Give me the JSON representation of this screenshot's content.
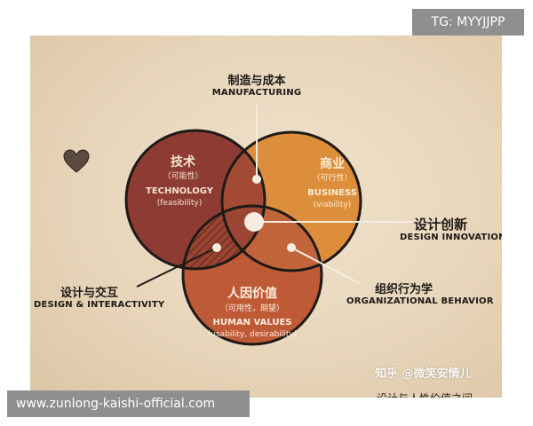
{
  "watermarks": {
    "top_right": "TG: MYYJJPP",
    "bottom_left": "www.zunlong-kaishi-official.com",
    "zhihu": "知乎 @微笑安情儿"
  },
  "colors": {
    "technology": "#8e3b33",
    "business": "#dc8e3b",
    "human_values": "#bf5a36",
    "overlap": "#9e4a33",
    "outline": "#1d1a17"
  },
  "circles": {
    "technology": {
      "zh": "技术",
      "sub": "（可能性）",
      "en": "TECHNOLOGY",
      "en_sub": "(feasibility)"
    },
    "business": {
      "zh": "商业",
      "sub": "（可行性）",
      "en": "BUSINESS",
      "en_sub": "(viability)"
    },
    "human_values": {
      "zh": "人因价值",
      "sub": "（可用性，期望）",
      "en": "HUMAN VALUES",
      "en_sub": "(usability, desirability)"
    }
  },
  "callouts": {
    "manufacturing": {
      "zh": "制造与成本",
      "en": "MANUFACTURING"
    },
    "design_innovation": {
      "zh": "设计创新",
      "en": "DESIGN INNOVATION"
    },
    "interactivity": {
      "zh": "设计与交互",
      "en": "DESIGN & INTERACTIVITY"
    },
    "organizational": {
      "zh": "组织行为学",
      "en": "ORGANIZATIONAL BEHAVIOR"
    }
  },
  "partial_text": {
    "bottom": "~设计与人性价值之间"
  },
  "icons": [
    "heart-icon"
  ]
}
